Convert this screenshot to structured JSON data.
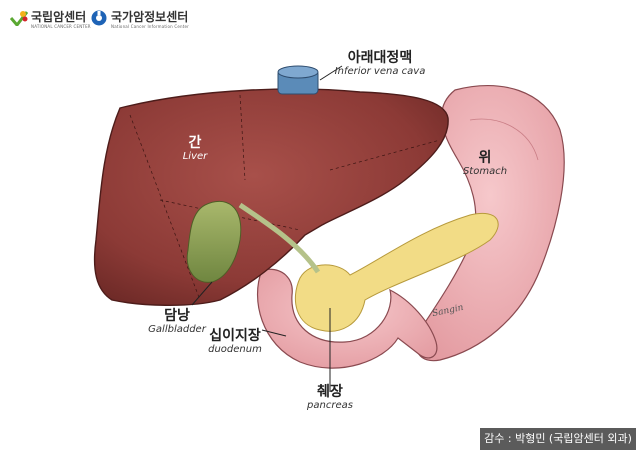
{
  "logos": [
    {
      "name": "국립암센터",
      "subtitle": "NATIONAL CANCER CENTER"
    },
    {
      "name": "국가암정보센터",
      "subtitle": "National Cancer Information Center"
    }
  ],
  "labels": {
    "ivc": {
      "ko": "아래대정맥",
      "en": "Inferior vena cava"
    },
    "liver": {
      "ko": "간",
      "en": "Liver"
    },
    "stomach": {
      "ko": "위",
      "en": "Stomach"
    },
    "gallbladder": {
      "ko": "담낭",
      "en": "Gallbladder"
    },
    "duodenum": {
      "ko": "십이지장",
      "en": "duodenum"
    },
    "pancreas": {
      "ko": "췌장",
      "en": "pancreas"
    }
  },
  "signature": "Sangin",
  "credit": "감수 : 박형민 (국립암센터 외과)",
  "colors": {
    "liver": "#8c3a36",
    "stomach": "#edaeb2",
    "pancreas": "#f2dc86",
    "gallbladder": "#8fa05a",
    "ivc": "#5b8bb8",
    "credit_bg": "#5b5b5b"
  }
}
